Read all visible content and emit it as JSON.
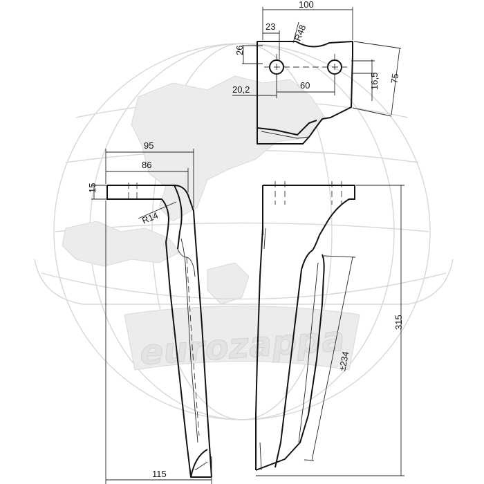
{
  "watermark": {
    "brand": "eurozappa"
  },
  "dimensions": {
    "top_width": "100",
    "top_hole_offset": "23",
    "top_radius": "R48",
    "top_hole_height": "26",
    "top_hole_edge": "20,2",
    "top_hole_spacing": "60",
    "top_hole_vertical": "16,5",
    "top_height": "75",
    "side_width_95": "95",
    "side_width_86": "86",
    "side_flange": "15",
    "side_radius": "R14",
    "side_base": "115",
    "front_blade_length": "±234",
    "front_total_height": "315"
  }
}
